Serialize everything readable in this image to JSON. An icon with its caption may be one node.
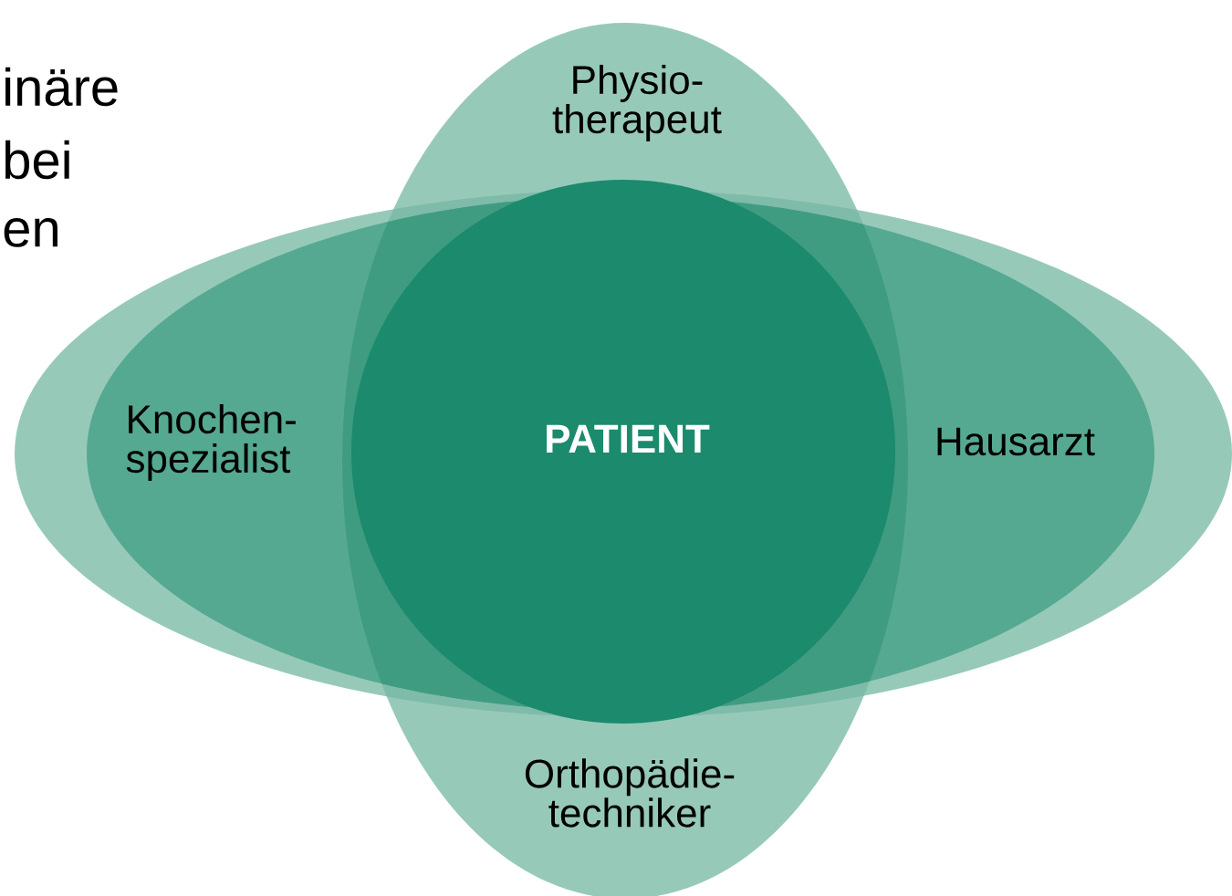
{
  "diagram": {
    "nodes": [
      {
        "text": [
          "Physio- therapeut"
        ]
      },
      {
        "text": [
          "Knochen- spezialist"
        ]
      },
      {
        "text": [
          "PATIENT"
        ]
      },
      {
        "text": [
          "Hausarzt"
        ]
      },
      {
        "text": [
          "Orthopädie- techniker"
        ]
      }
    ],
    "labels": [
      "inäre",
      "bei",
      "en"
    ]
  }
}
